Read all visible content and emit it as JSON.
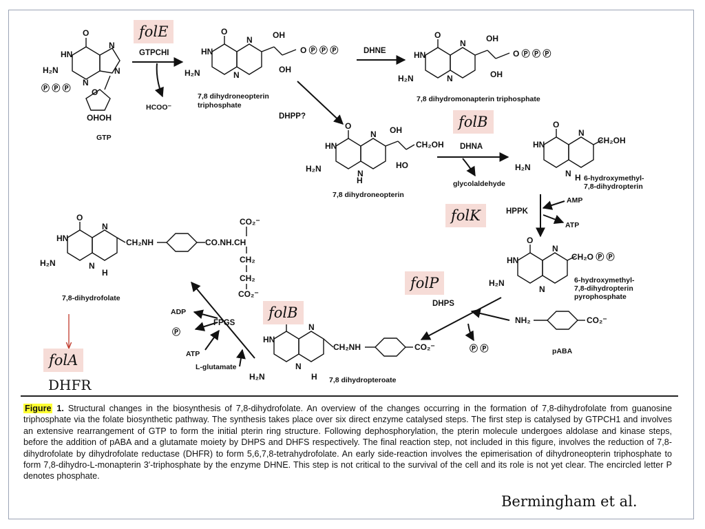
{
  "genes": {
    "folE": "folE",
    "folB_top": "folB",
    "folK": "folK",
    "folP": "folP",
    "folB_bottom": "folB",
    "folA": "folA"
  },
  "dhfr_label": "DHFR",
  "enzymes": {
    "gtpchi": "GTPCHI",
    "dhne": "DHNE",
    "dhpp": "DHPP?",
    "dhna": "DHNA",
    "hppk": "HPPK",
    "dhps": "DHPS",
    "fpgs": "FPGS"
  },
  "compounds": {
    "gtp": "GTP",
    "dhnp_tp_1": "7,8 dihydroneopterin",
    "dhnp_tp_2": "triphosphate",
    "dhmp_tp": "7,8 dihydromonapterin triphosphate",
    "dhnp": "7,8 dihydroneopterin",
    "hmdp_1": "6-hydroxymethyl-",
    "hmdp_2": "7,8-dihydropterin",
    "hmdpp_1": "6-hydroxymethyl-",
    "hmdpp_2": "7,8-dihydropterin",
    "hmdpp_3": "pyrophosphate",
    "paba": "pABA",
    "dhpte": "7,8 dihydropteroate",
    "dhf": "7,8-dihydrofolate"
  },
  "byproducts": {
    "hcoo": "HCOO⁻",
    "glycolaldehyde": "glycolaldehyde",
    "amp": "AMP",
    "atp_hppk": "ATP",
    "adp": "ADP",
    "atp_fpgs": "ATP",
    "l_glutamate": "L-glutamate"
  },
  "caption": {
    "label": "Figure",
    "number": "1.",
    "text": "Structural changes in the biosynthesis of 7,8-dihydrofolate. An overview of the changes occurring in the formation of 7,8-dihydrofolate from guanosine triphosphate via the folate biosynthetic pathway. The synthesis takes place over six direct enzyme catalysed steps. The first step is catalysed by GTPCH1 and involves an extensive rearrangement of GTP to form the initial pterin ring structure. Following dephosphorylation, the pterin molecule undergoes aldolase and kinase steps, before the addition of pABA and a glutamate moiety by DHPS and DHFS respectively. The final reaction step, not included in this figure, involves the reduction of 7,8-dihydrofolate by dihydrofolate reductase (DHFR) to form 5,6,7,8-tetrahydrofolate. An early side-reaction involves the epimerisation of dihydroneopterin triphosphate to form 7,8-dihydro-L-monapterin 3′-triphosphate by the enzyme DHNE. This step is not critical to the survival of the cell and its role is not yet clear. The encircled letter P denotes phosphate."
  },
  "credit": "Bermingham et al.",
  "colors": {
    "gene_box_bg": "#f6dcd7",
    "figure_highlight": "#ffff33",
    "folA_arrow": "#c0392b"
  }
}
